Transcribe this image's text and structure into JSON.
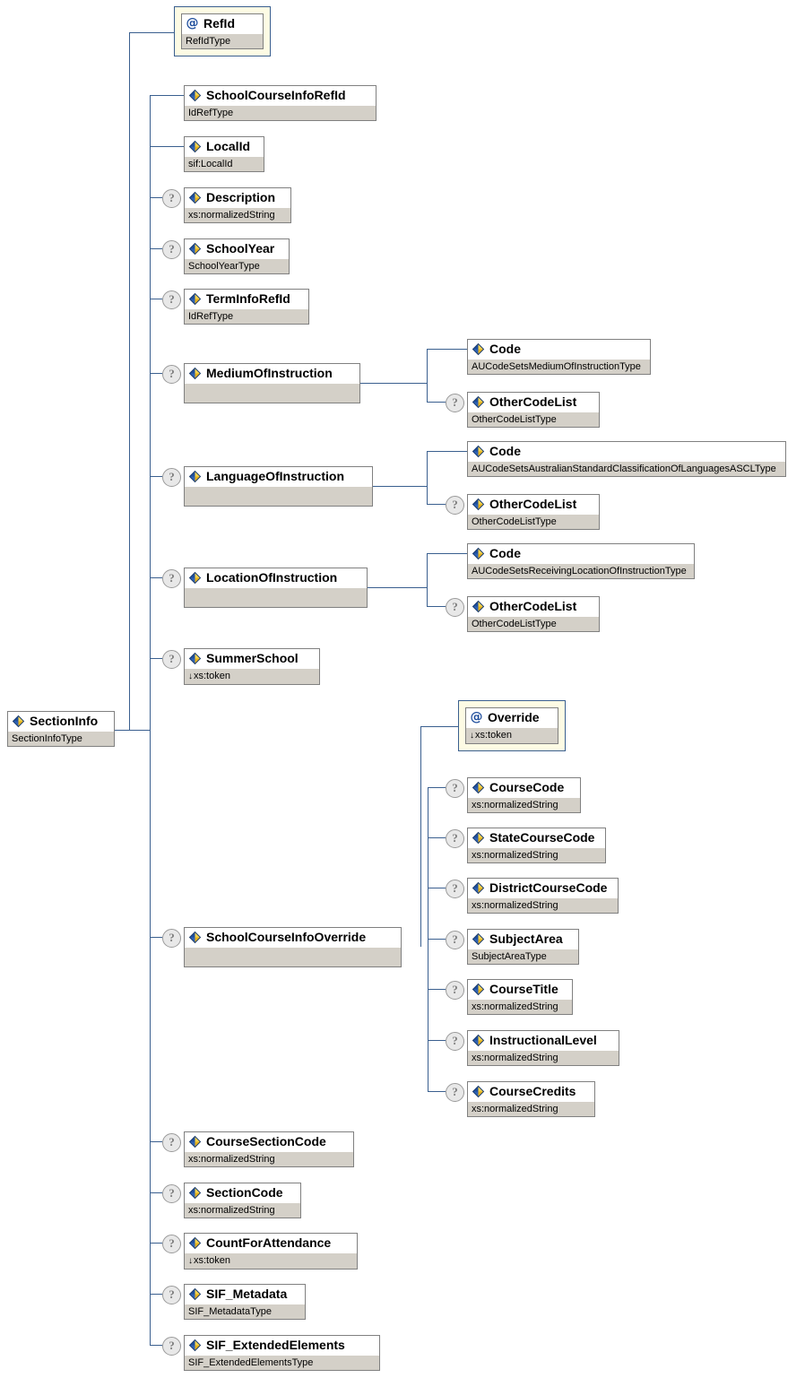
{
  "diagram": {
    "title": "SectionInfo XSD element structure diagram",
    "type": "xsd-tree",
    "line_color": "#3a5f8f",
    "box_border_color": "#808080",
    "type_bar_color": "#d4d0c8",
    "attribute_frame_color": "#fdfbe4",
    "icons": {
      "element": "element-icon",
      "attribute": "attribute-icon",
      "optional": "optional-question-icon",
      "token_arrow": "down-arrow-icon"
    }
  },
  "root": {
    "name": "SectionInfo",
    "type": "SectionInfoType",
    "icon": "element-icon",
    "optional": false
  },
  "attributes": [
    {
      "name": "RefId",
      "type": "RefIdType",
      "icon": "attribute-icon",
      "optional": false,
      "arrow": false
    }
  ],
  "children": [
    {
      "name": "SchoolCourseInfoRefId",
      "type": "IdRefType",
      "icon": "element-icon",
      "optional": false,
      "arrow": false
    },
    {
      "name": "LocalId",
      "type": "sif:LocalId",
      "icon": "element-icon",
      "optional": false,
      "arrow": false
    },
    {
      "name": "Description",
      "type": "xs:normalizedString",
      "icon": "element-icon",
      "optional": true,
      "arrow": false
    },
    {
      "name": "SchoolYear",
      "type": "SchoolYearType",
      "icon": "element-icon",
      "optional": true,
      "arrow": false
    },
    {
      "name": "TermInfoRefId",
      "type": "IdRefType",
      "icon": "element-icon",
      "optional": true,
      "arrow": false
    },
    {
      "name": "MediumOfInstruction",
      "type": "",
      "icon": "element-icon",
      "optional": true,
      "arrow": false
    },
    {
      "name": "LanguageOfInstruction",
      "type": "",
      "icon": "element-icon",
      "optional": true,
      "arrow": false
    },
    {
      "name": "LocationOfInstruction",
      "type": "",
      "icon": "element-icon",
      "optional": true,
      "arrow": false
    },
    {
      "name": "SummerSchool",
      "type": "xs:token",
      "icon": "element-icon",
      "optional": true,
      "arrow": true
    },
    {
      "name": "SchoolCourseInfoOverride",
      "type": "",
      "icon": "element-icon",
      "optional": true,
      "arrow": false
    },
    {
      "name": "CourseSectionCode",
      "type": "xs:normalizedString",
      "icon": "element-icon",
      "optional": true,
      "arrow": false
    },
    {
      "name": "SectionCode",
      "type": "xs:normalizedString",
      "icon": "element-icon",
      "optional": true,
      "arrow": false
    },
    {
      "name": "CountForAttendance",
      "type": "xs:token",
      "icon": "element-icon",
      "optional": true,
      "arrow": true
    },
    {
      "name": "SIF_Metadata",
      "type": "SIF_MetadataType",
      "icon": "element-icon",
      "optional": true,
      "arrow": false
    },
    {
      "name": "SIF_ExtendedElements",
      "type": "SIF_ExtendedElementsType",
      "icon": "element-icon",
      "optional": true,
      "arrow": false
    }
  ],
  "medium_of_instruction_children": [
    {
      "name": "Code",
      "type": "AUCodeSetsMediumOfInstructionType",
      "icon": "element-icon",
      "optional": false,
      "arrow": false
    },
    {
      "name": "OtherCodeList",
      "type": "OtherCodeListType",
      "icon": "element-icon",
      "optional": true,
      "arrow": false
    }
  ],
  "language_of_instruction_children": [
    {
      "name": "Code",
      "type": "AUCodeSetsAustralianStandardClassificationOfLanguagesASCLType",
      "icon": "element-icon",
      "optional": false,
      "arrow": false
    },
    {
      "name": "OtherCodeList",
      "type": "OtherCodeListType",
      "icon": "element-icon",
      "optional": true,
      "arrow": false
    }
  ],
  "location_of_instruction_children": [
    {
      "name": "Code",
      "type": "AUCodeSetsReceivingLocationOfInstructionType",
      "icon": "element-icon",
      "optional": false,
      "arrow": false
    },
    {
      "name": "OtherCodeList",
      "type": "OtherCodeListType",
      "icon": "element-icon",
      "optional": true,
      "arrow": false
    }
  ],
  "override_attributes": [
    {
      "name": "Override",
      "type": "xs:token",
      "icon": "attribute-icon",
      "optional": false,
      "arrow": true
    }
  ],
  "override_children": [
    {
      "name": "CourseCode",
      "type": "xs:normalizedString",
      "icon": "element-icon",
      "optional": true,
      "arrow": false
    },
    {
      "name": "StateCourseCode",
      "type": "xs:normalizedString",
      "icon": "element-icon",
      "optional": true,
      "arrow": false
    },
    {
      "name": "DistrictCourseCode",
      "type": "xs:normalizedString",
      "icon": "element-icon",
      "optional": true,
      "arrow": false
    },
    {
      "name": "SubjectArea",
      "type": "SubjectAreaType",
      "icon": "element-icon",
      "optional": true,
      "arrow": false
    },
    {
      "name": "CourseTitle",
      "type": "xs:normalizedString",
      "icon": "element-icon",
      "optional": true,
      "arrow": false
    },
    {
      "name": "InstructionalLevel",
      "type": "xs:normalizedString",
      "icon": "element-icon",
      "optional": true,
      "arrow": false
    },
    {
      "name": "CourseCredits",
      "type": "xs:normalizedString",
      "icon": "element-icon",
      "optional": true,
      "arrow": false
    }
  ]
}
